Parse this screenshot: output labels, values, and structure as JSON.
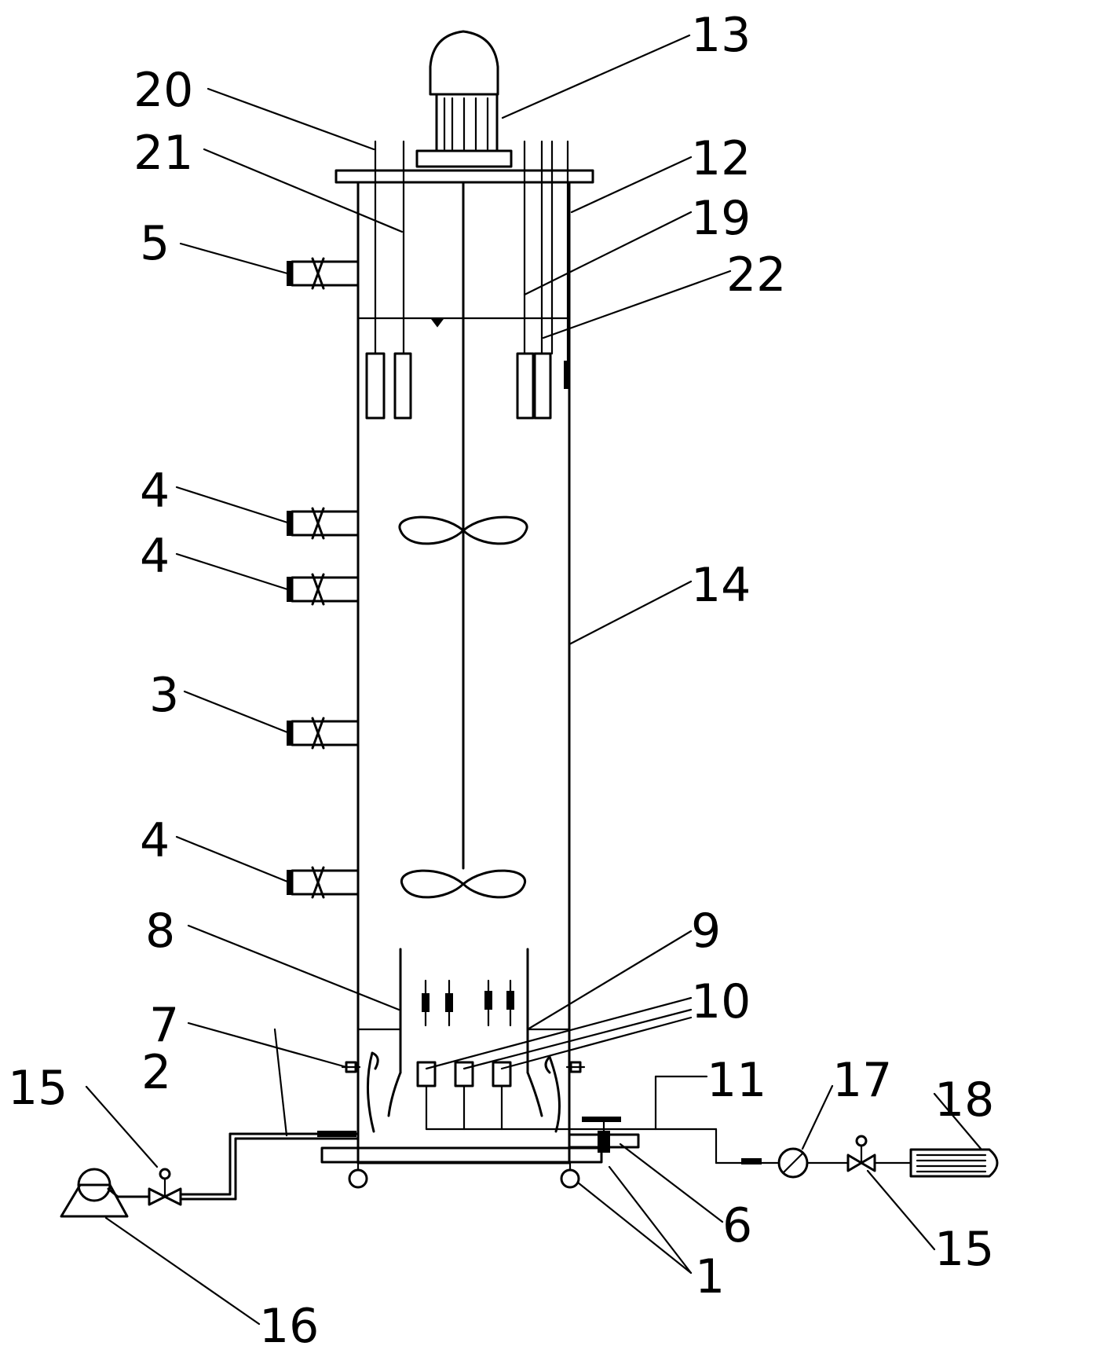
{
  "figure": {
    "description": "",
    "labels": {
      "l1": "1",
      "l2": "2",
      "l3": "3",
      "l4a": "4",
      "l4b": "4",
      "l4c": "4",
      "l5": "5",
      "l6": "6",
      "l7": "7",
      "l8": "8",
      "l9": "9",
      "l10": "10",
      "l11": "11",
      "l12": "12",
      "l13": "13",
      "l14": "14",
      "l15a": "15",
      "l15b": "15",
      "l16": "16",
      "l17": "17",
      "l18": "18",
      "l19": "19",
      "l20": "20",
      "l21": "21",
      "l22": "22"
    }
  }
}
